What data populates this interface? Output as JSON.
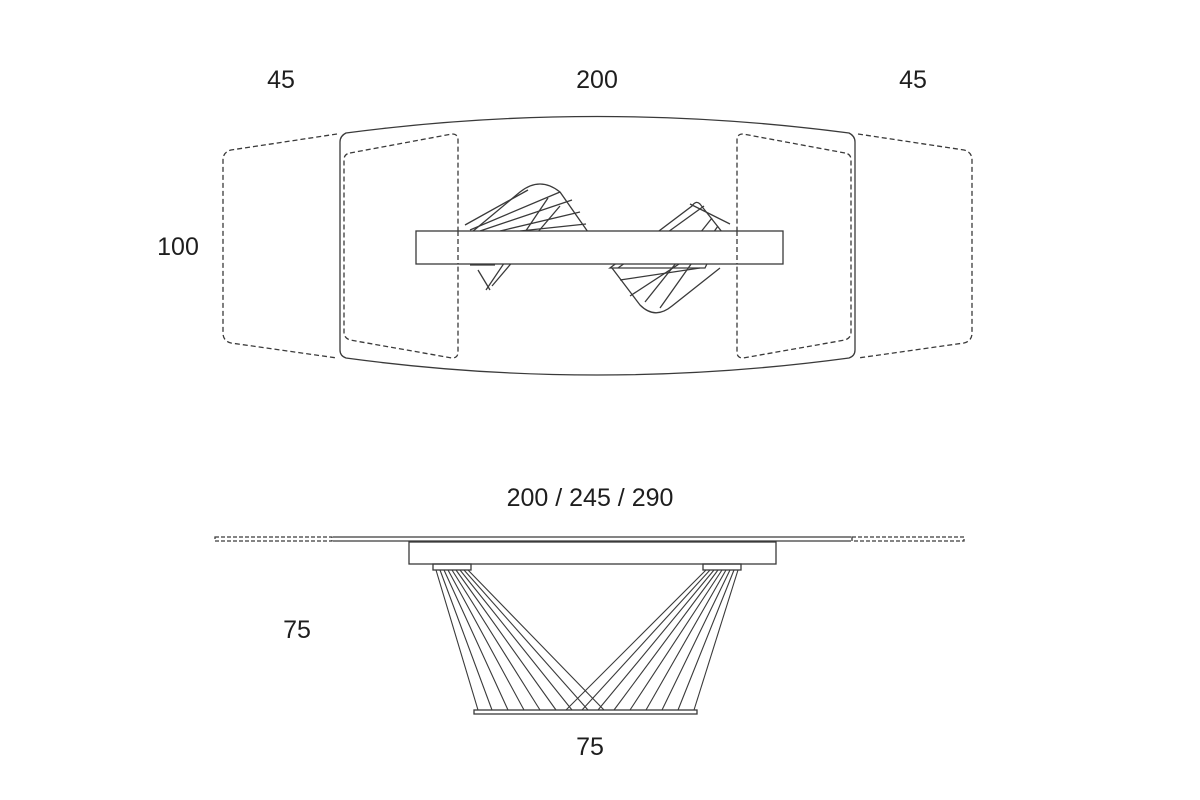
{
  "dimensions": {
    "top_left_leaf": "45",
    "top_center": "200",
    "top_right_leaf": "45",
    "top_depth": "100",
    "side_length": "200 / 245 / 290",
    "side_height": "75",
    "side_base": "75"
  },
  "colors": {
    "line": "#3a3a3a",
    "text": "#1e1e1e",
    "background": "#ffffff"
  }
}
